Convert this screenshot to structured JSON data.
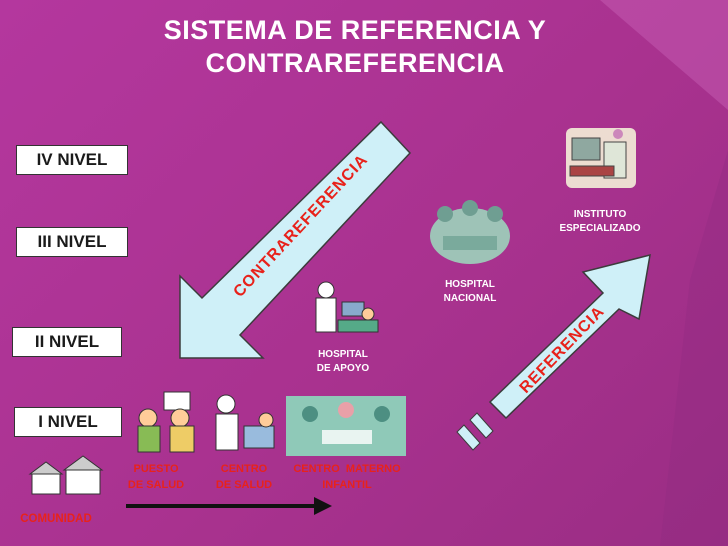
{
  "title_line1": "SISTEMA DE REFERENCIA Y",
  "title_line2": "CONTRAREFERENCIA",
  "levels": [
    "IV NIVEL",
    "III NIVEL",
    "II NIVEL",
    "I NIVEL"
  ],
  "arrows": {
    "down": "CONTRAREFERENCIA",
    "up": "REFERENCIA"
  },
  "facilities": {
    "instituto": [
      "INSTITUTO",
      "ESPECIALIZADO"
    ],
    "hospital_nacional": [
      "HOSPITAL",
      "NACIONAL"
    ],
    "hospital_apoyo": [
      "HOSPITAL",
      "DE APOYO"
    ],
    "puesto_salud": [
      "PUESTO",
      "DE SALUD"
    ],
    "centro_salud": [
      "CENTRO",
      "DE SALUD"
    ],
    "centro_materno": [
      "CENTRO  MATERNO",
      "INFANTIL"
    ],
    "comunidad": "COMUNIDAD"
  },
  "colors": {
    "background": "#b4379e",
    "arrow_fill": "#cff0f8",
    "arrow_text": "#e8221b",
    "label_red": "#e8221b"
  }
}
